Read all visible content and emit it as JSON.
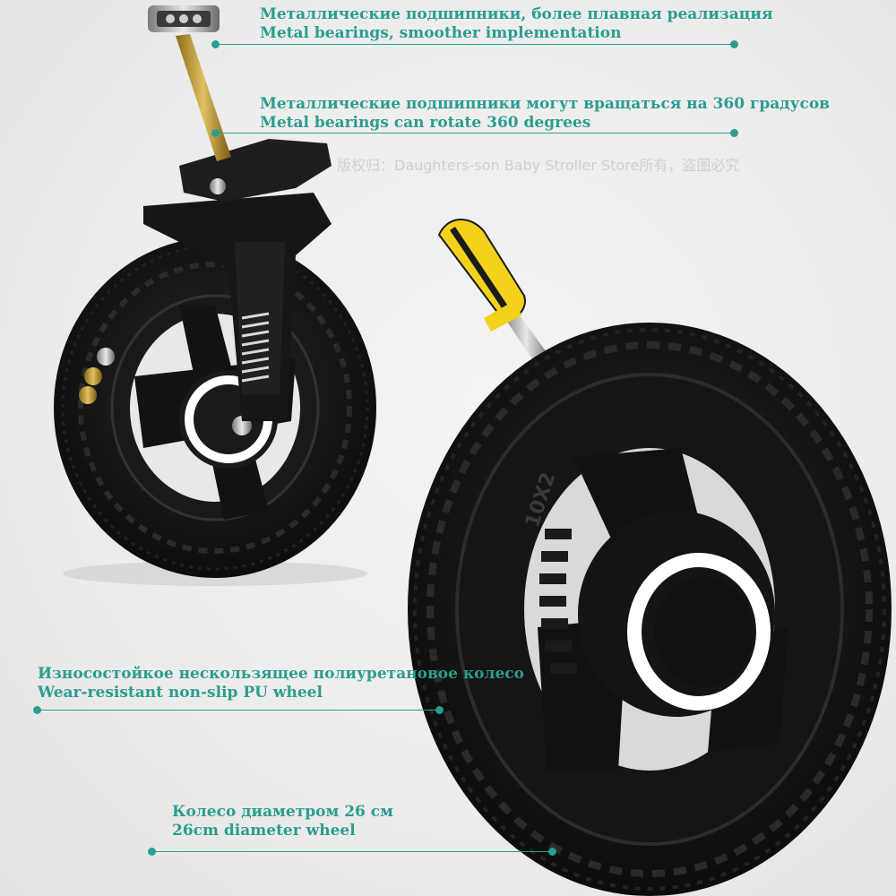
{
  "captions": {
    "bearings_smooth": {
      "ru": "Металлические подшипники, более плавная реализация",
      "en": "Metal bearings, smoother implementation"
    },
    "bearings_rotate": {
      "ru": "Металлические подшипники могут вращаться на 360 градусов",
      "en": "Metal bearings can rotate 360 degrees"
    },
    "pu_wheel": {
      "ru": "Износостойкое нескользящее полиуретановое колесо",
      "en": "Wear-resistant non-slip PU wheel"
    },
    "diameter": {
      "ru": "Колесо диаметром 26 см",
      "en": "26cm diameter wheel"
    }
  },
  "watermark": "版权归：Daughters-son Baby Stroller Store所有，盗图必究",
  "tire_marking": "10X2",
  "colors": {
    "accent": "#2a9d8f",
    "tire": "#141414",
    "screwdriver_handle": "#f2d21b",
    "background": "#ececec"
  }
}
